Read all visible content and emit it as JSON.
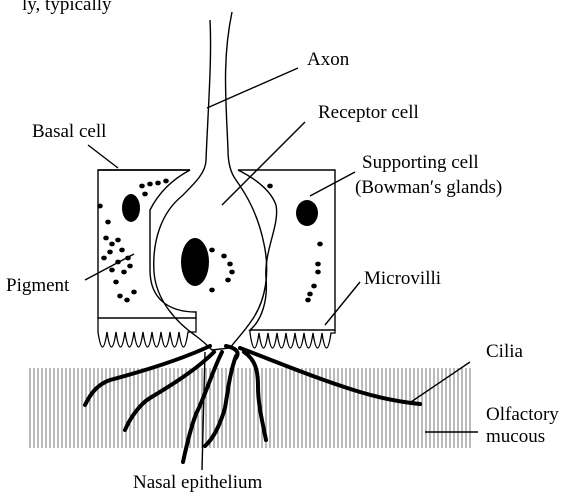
{
  "header_fragment": "ly, typically",
  "labels": {
    "axon": "Axon",
    "receptor_cell": "Receptor cell",
    "basal_cell": "Basal cell",
    "supporting_cell": "Supporting cell",
    "bowmans_glands": "(Bowman′s glands)",
    "pigment": "Pigment",
    "microvilli": "Microvilli",
    "cilia": "Cilia",
    "olfactory": "Olfactory",
    "mucous": "mucous",
    "nasal_epithelium": "Nasal epithelium"
  }
}
